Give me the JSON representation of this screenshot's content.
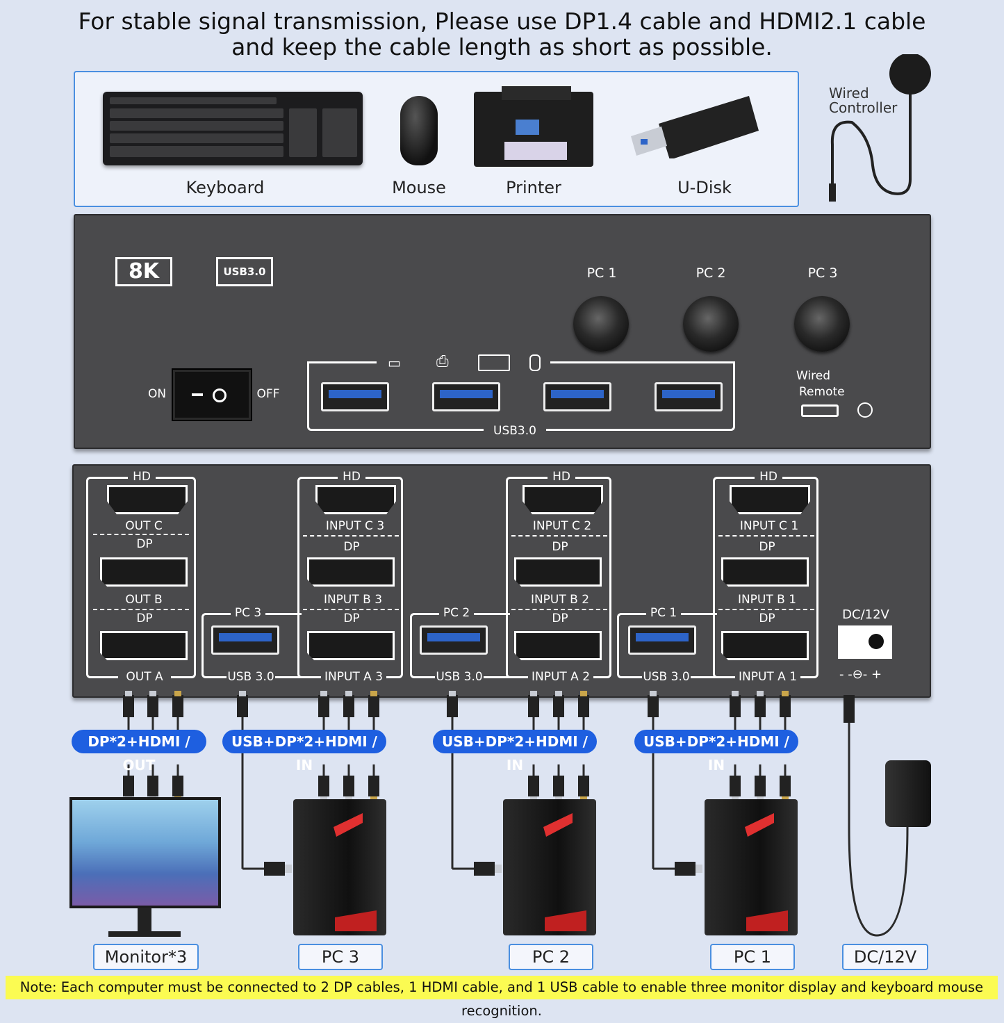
{
  "header": {
    "line1": "For stable signal transmission, Please use DP1.4 cable and HDMI2.1 cable",
    "line2": "and keep the cable length as short as possible."
  },
  "peripherals": {
    "keyboard": "Keyboard",
    "mouse": "Mouse",
    "printer": "Printer",
    "udisk": "U-Disk",
    "wired_controller": "Wired\nController"
  },
  "front_panel": {
    "badge_8k": "8K",
    "badge_usb": "USB3.0",
    "pc1": "PC 1",
    "pc2": "PC 2",
    "pc3": "PC 3",
    "on": "ON",
    "off": "OFF",
    "usb_label": "USB3.0",
    "wired": "Wired",
    "remote": "Remote"
  },
  "rear_panel": {
    "hd": "HD",
    "dp": "DP",
    "out_c": "OUT C",
    "out_b": "OUT B",
    "out_a": "OUT A",
    "groups": [
      {
        "pc": "PC 3",
        "usb": "USB 3.0",
        "c": "INPUT C 3",
        "b": "INPUT B 3",
        "a": "INPUT A 3"
      },
      {
        "pc": "PC 2",
        "usb": "USB 3.0",
        "c": "INPUT C 2",
        "b": "INPUT B 2",
        "a": "INPUT A 2"
      },
      {
        "pc": "PC 1",
        "usb": "USB 3.0",
        "c": "INPUT C 1",
        "b": "INPUT B 1",
        "a": "INPUT A 1"
      }
    ],
    "dc": "DC/12V"
  },
  "pills": {
    "out": "DP*2+HDMI / OUT",
    "in": "USB+DP*2+HDMI / IN"
  },
  "bottom_labels": {
    "monitor": "Monitor*3",
    "pc3": "PC 3",
    "pc2": "PC 2",
    "pc1": "PC 1",
    "dc": "DC/12V"
  },
  "note": "Note: Each computer must be connected to 2 DP cables, 1 HDMI cable, and 1 USB cable to enable three monitor display and keyboard mouse recognition.",
  "colors": {
    "accent": "#1e5fe0",
    "device": "#4a4a4c",
    "note_bg": "#fbfb52"
  }
}
